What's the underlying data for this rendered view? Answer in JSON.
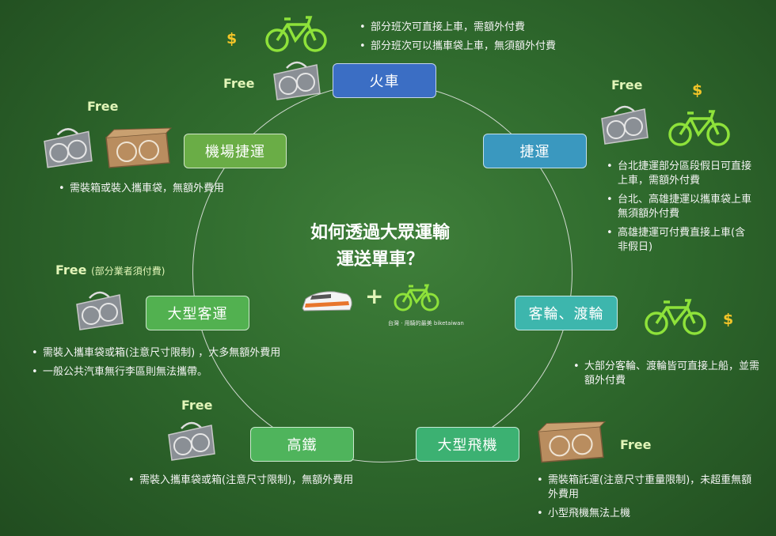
{
  "title_line1": "如何透過大眾運輸",
  "title_line2": "運送單車？",
  "plus": "+",
  "brand_text": "台灣 · 用騎的最美 biketaiwan",
  "free_label": "Free",
  "dollar_label": "$",
  "free_note": "(部分業者須付費)",
  "modes": {
    "train": "火車",
    "metro": "捷運",
    "airport_mrt": "機場捷運",
    "ferry": "客輪、渡輪",
    "bus": "大型客運",
    "hsr": "高鐵",
    "plane": "大型飛機"
  },
  "colors": {
    "train": "#3b6ec4",
    "metro": "#3a98bf",
    "airport_mrt": "#6aad46",
    "ferry": "#3db6ad",
    "bus": "#52b150",
    "hsr": "#4fb45c",
    "plane": "#3cb172",
    "bike": "#8ee23a",
    "dollar": "#f2c428"
  },
  "notes": {
    "train": [
      "部分班次可直接上車，需額外付費",
      "部分班次可以攜車袋上車，無須額外付費"
    ],
    "metro": [
      "台北捷運部分區段假日可直接上車，需額外付費",
      "台北、高雄捷運以攜車袋上車無須額外付費",
      "高雄捷運可付費直接上車(含非假日)"
    ],
    "airport_mrt": [
      "需裝箱或裝入攜車袋，無額外費用"
    ],
    "ferry": [
      "大部分客輪、渡輪皆可直接上船，並需額外付費"
    ],
    "bus": [
      "需裝入攜車袋或箱(注意尺寸限制) ，大多無額外費用",
      "一般公共汽車無行李區則無法攜帶。"
    ],
    "hsr": [
      "需裝入攜車袋或箱(注意尺寸限制)，無額外費用"
    ],
    "plane": [
      "需裝箱託運(注意尺寸重量限制)，未超重無額外費用",
      "小型飛機無法上機"
    ]
  }
}
